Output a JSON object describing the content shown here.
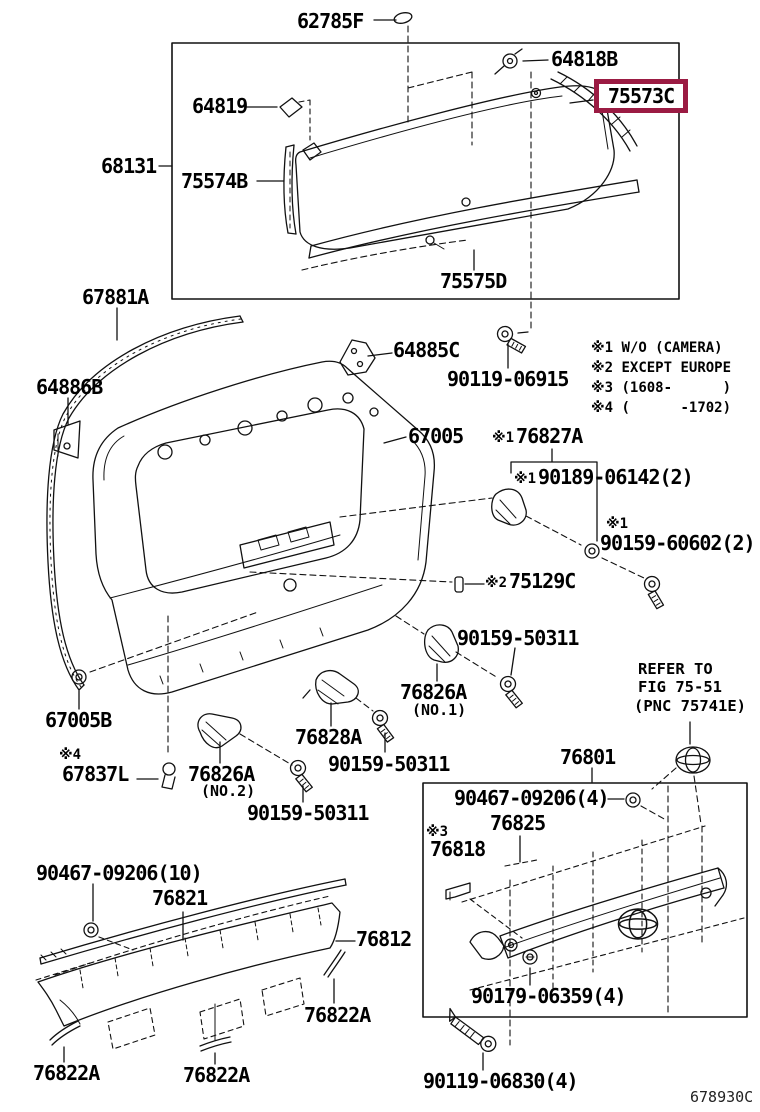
{
  "figure": {
    "code": "678930C"
  },
  "highlight": {
    "part_no": "75573C",
    "box_color": "#9b1b43"
  },
  "notes": [
    "※1 W/O (CAMERA)",
    "※2 EXCEPT EUROPE",
    "※3 (1608-      )",
    "※4 (      -1702)"
  ],
  "labels": [
    {
      "text": "62785F"
    },
    {
      "text": "64818B"
    },
    {
      "text": "64819"
    },
    {
      "text": "68131"
    },
    {
      "text": "75574B"
    },
    {
      "text": "75575D"
    },
    {
      "text": "67881A"
    },
    {
      "text": "64885C"
    },
    {
      "text": "90119-06915"
    },
    {
      "text": "64886B"
    },
    {
      "text": "67005"
    },
    {
      "prefix": "※1",
      "text": "76827A"
    },
    {
      "prefix": "※1",
      "text": "90189-06142(2)"
    },
    {
      "text": "※1"
    },
    {
      "text": "90159-60602(2)"
    },
    {
      "prefix": "※2",
      "text": "75129C"
    },
    {
      "text": "90159-50311"
    },
    {
      "text": "76826A"
    },
    {
      "text": "(NO.1)"
    },
    {
      "text": "REFER TO"
    },
    {
      "text": "FIG 75-51"
    },
    {
      "text": "(PNC 75741E)"
    },
    {
      "text": "67005B"
    },
    {
      "text": "76828A"
    },
    {
      "text": "90159-50311"
    },
    {
      "text": "※4"
    },
    {
      "text": "67837L"
    },
    {
      "text": "76826A"
    },
    {
      "text": "(NO.2)"
    },
    {
      "text": "90159-50311"
    },
    {
      "text": "76801"
    },
    {
      "text": "90467-09206(4)"
    },
    {
      "text": "76825"
    },
    {
      "text": "※3"
    },
    {
      "text": "76818"
    },
    {
      "text": "90467-09206(10)"
    },
    {
      "text": "76821"
    },
    {
      "text": "76812"
    },
    {
      "text": "76822A"
    },
    {
      "text": "76822A"
    },
    {
      "text": "76822A"
    },
    {
      "text": "90179-06359(4)"
    },
    {
      "text": "90119-06830(4)"
    }
  ]
}
